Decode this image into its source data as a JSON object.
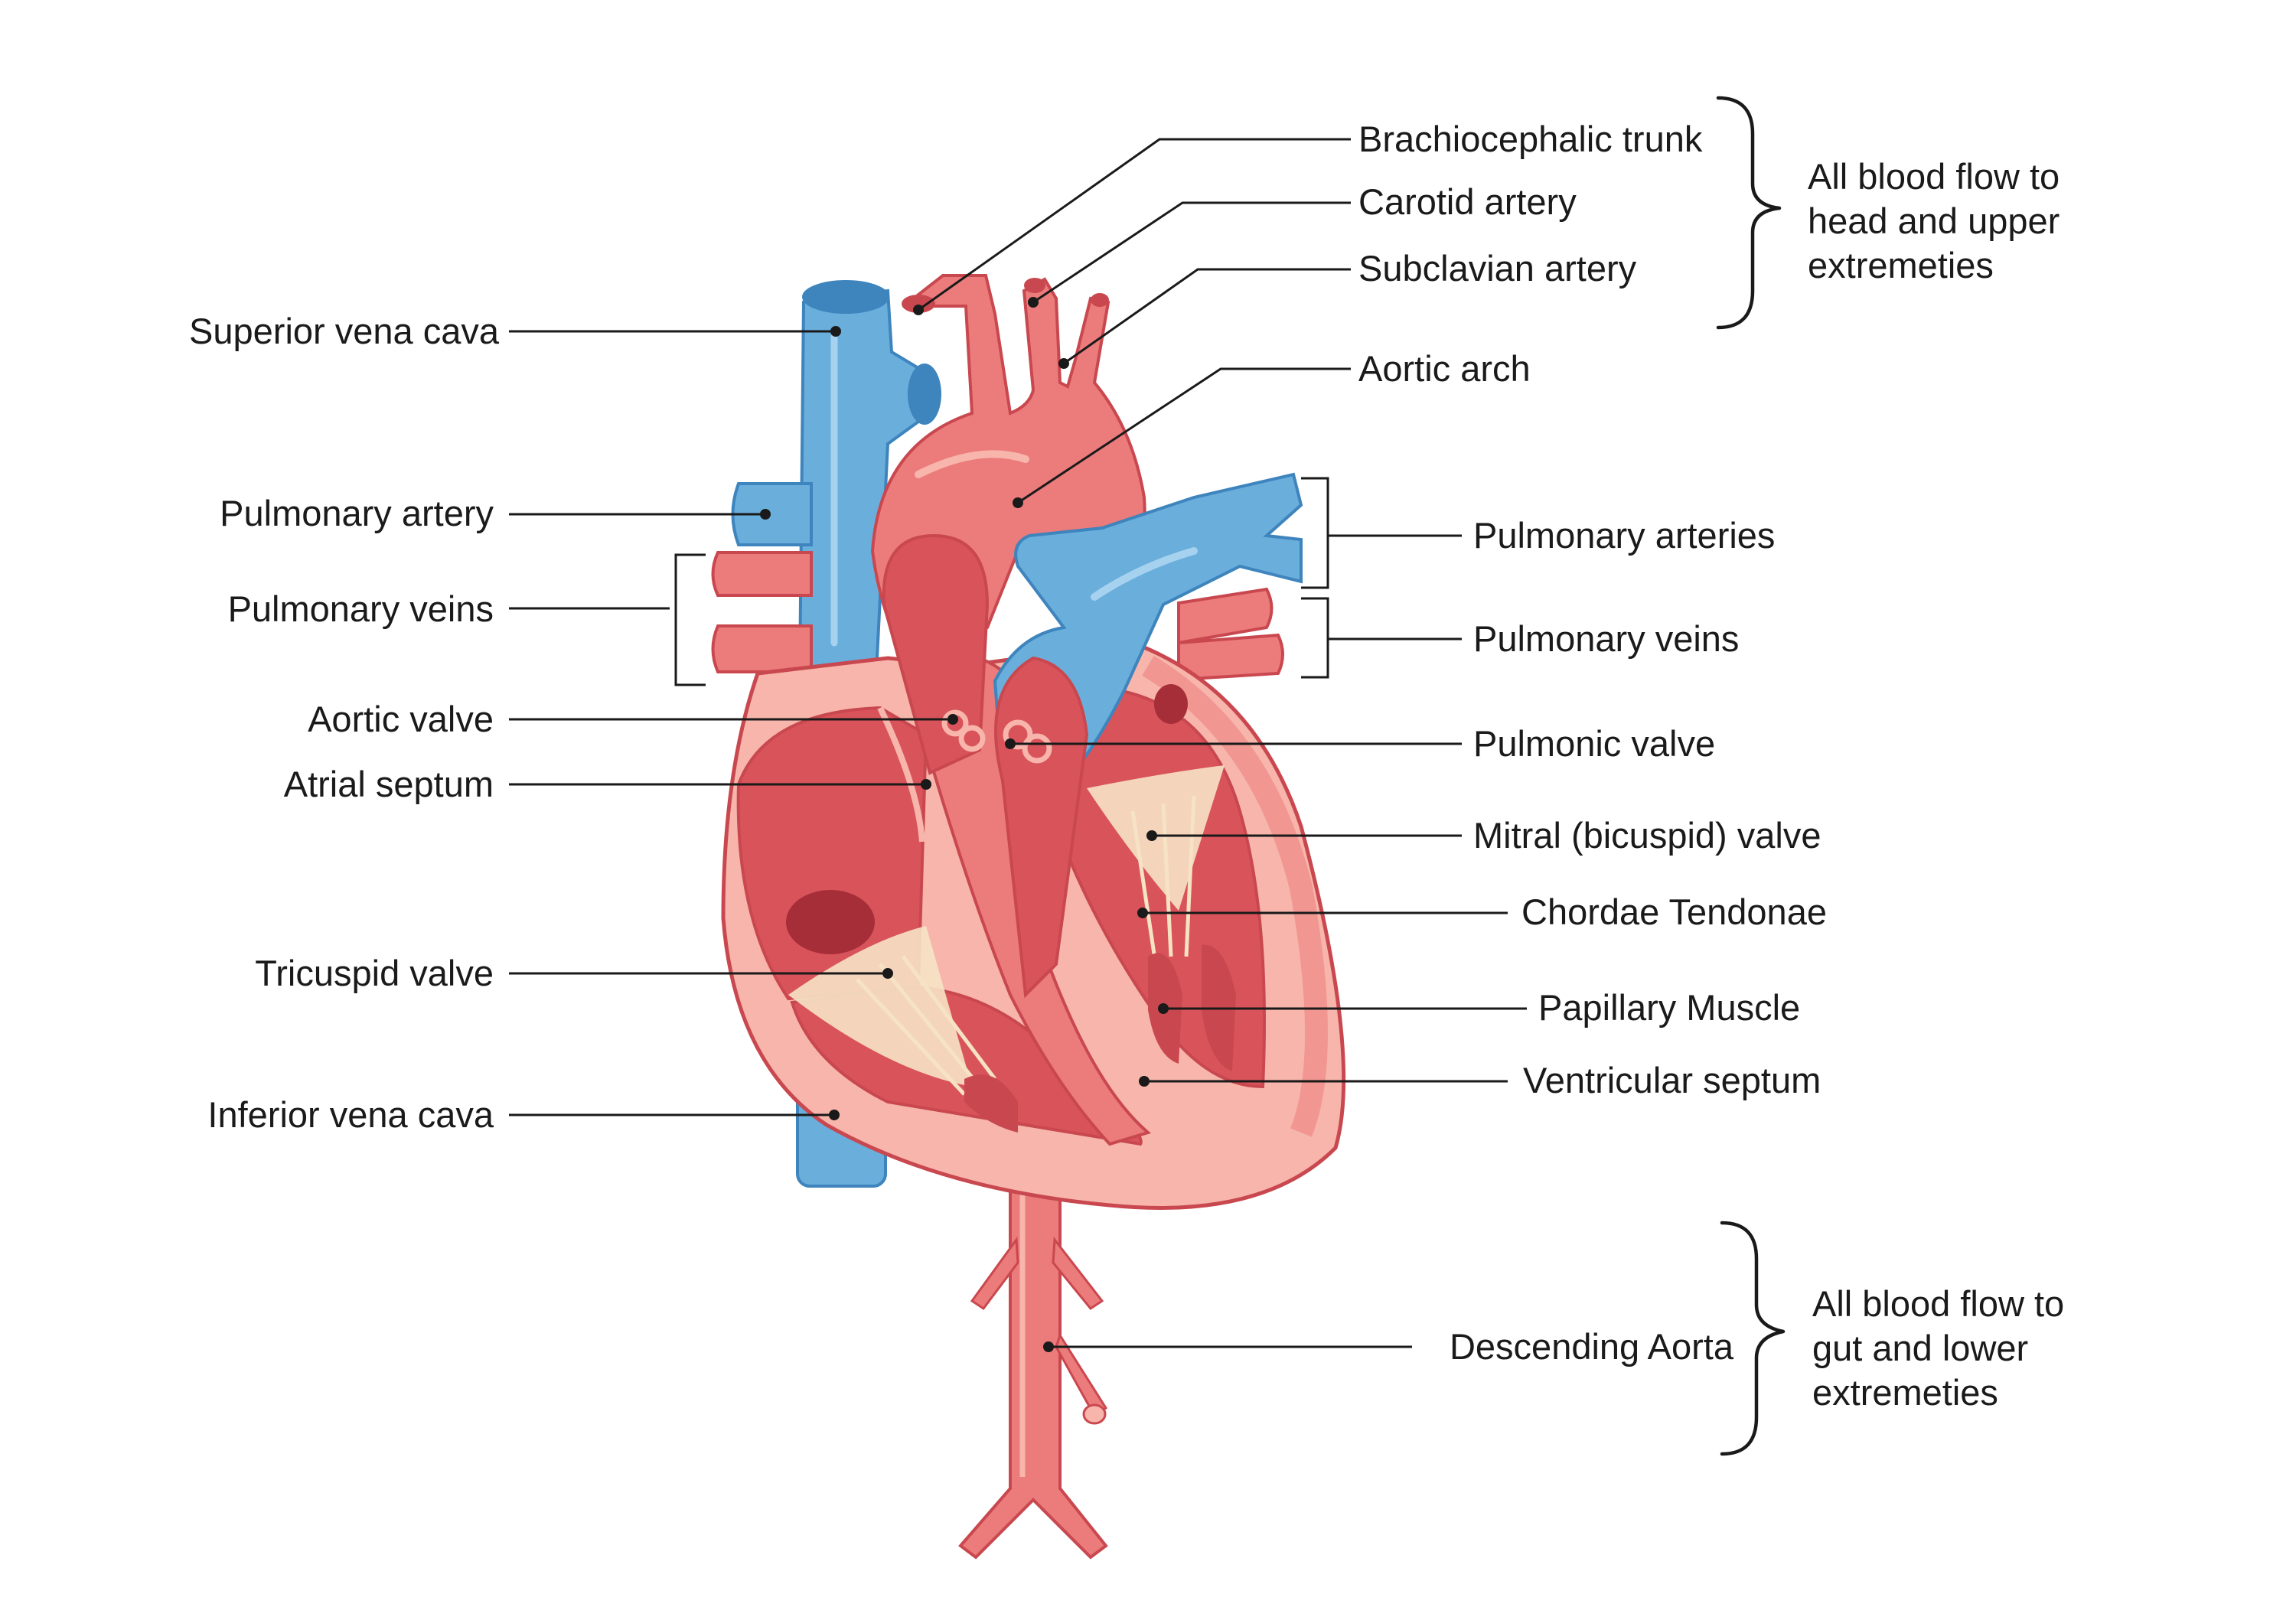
{
  "labels": {
    "brachiocephalic_trunk": "Brachiocephalic trunk",
    "carotid_artery": "Carotid artery",
    "subclavian_artery": "Subclavian artery",
    "aortic_arch": "Aortic arch",
    "superior_vena_cava": "Superior vena cava",
    "pulmonary_artery": "Pulmonary artery",
    "pulmonary_veins_left": "Pulmonary veins",
    "aortic_valve": "Aortic valve",
    "atrial_septum": "Atrial septum",
    "tricuspid_valve": "Tricuspid valve",
    "inferior_vena_cava": "Inferior vena cava",
    "pulmonary_arteries": "Pulmonary arteries",
    "pulmonary_veins_right": "Pulmonary veins",
    "pulmonic_valve": "Pulmonic valve",
    "mitral_valve": "Mitral (bicuspid) valve",
    "chordae_tendonae": "Chordae Tendonae",
    "papillary_muscle": "Papillary Muscle",
    "ventricular_septum": "Ventricular septum",
    "descending_aorta": "Descending Aorta"
  },
  "groups": {
    "upper": {
      "lines": [
        "All blood flow to",
        "head and upper",
        "extremeties"
      ]
    },
    "lower": {
      "lines": [
        "All blood flow to",
        "gut and lower",
        "extremeties"
      ]
    }
  },
  "colors": {
    "artery": "#ec7b7b",
    "artery_dark": "#c9484f",
    "vein": "#6aaedc",
    "vein_dark": "#3e84bd",
    "chamber": "#d9535a",
    "wall": "#f7b5ac",
    "valve": "#f6e3c6"
  }
}
